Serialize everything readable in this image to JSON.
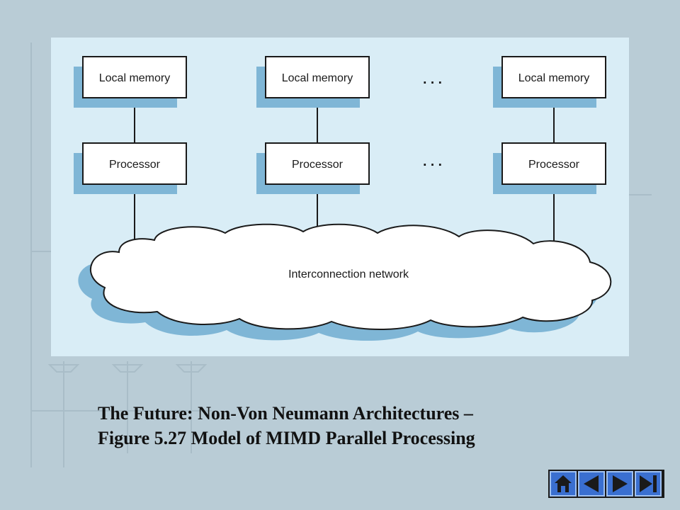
{
  "diagram": {
    "local_memory_label": "Local memory",
    "processor_label": "Processor",
    "ellipsis": "...",
    "network_label": "Interconnection network"
  },
  "caption": {
    "line1": "The Future:  Non-Von Neumann Architectures –",
    "line2": "Figure 5.27  Model of MIMD Parallel Processing"
  },
  "nav": {
    "buttons": [
      "home-icon",
      "previous-icon",
      "next-icon",
      "last-icon"
    ]
  },
  "colors": {
    "slide_background": "#b9ccd6",
    "figure_background": "#d9edf6",
    "shadow": "#7fb6d6",
    "nav_button": "#3a6fd0"
  }
}
